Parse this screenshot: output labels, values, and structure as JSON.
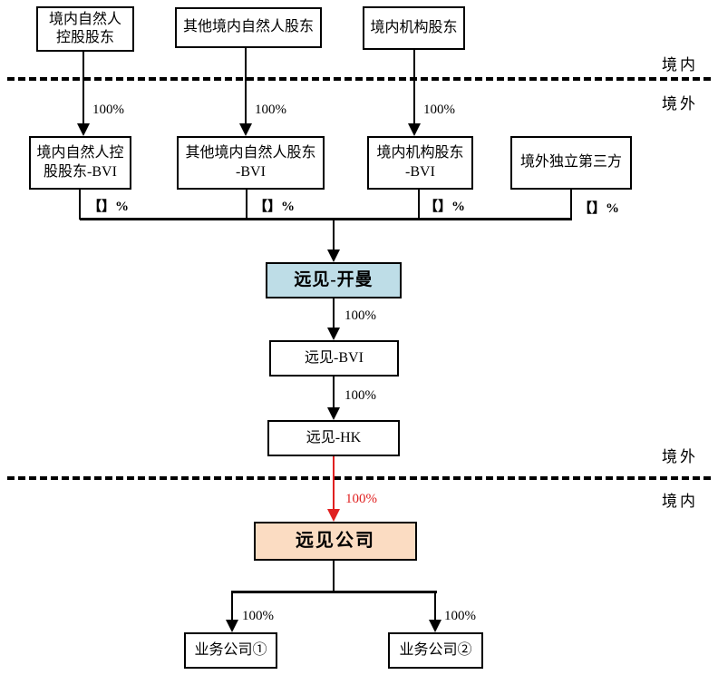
{
  "diagram": {
    "regions": {
      "divider_top": {
        "above_label": "境内",
        "below_label": "境外"
      },
      "divider_bottom": {
        "above_label": "境外",
        "below_label": "境内"
      }
    },
    "nodes": {
      "a1": {
        "line1": "境内自然人",
        "line2": "控股股东"
      },
      "a2": {
        "line1": "其他境内自然人股东"
      },
      "a3": {
        "line1": "境内机构股东"
      },
      "b1": {
        "line1": "境内自然人控",
        "line2": "股股东-BVI"
      },
      "b2": {
        "line1": "其他境内自然人股东",
        "line2": "-BVI"
      },
      "b3": {
        "line1": "境内机构股东",
        "line2": "-BVI"
      },
      "b4": {
        "line1": "境外独立第三方"
      },
      "cayman": {
        "line1": "远见-开曼"
      },
      "bvi": {
        "line1": "远见-BVI"
      },
      "hk": {
        "line1": "远见-HK"
      },
      "company": {
        "line1": "远见公司"
      },
      "biz1": {
        "line1": "业务公司①"
      },
      "biz2": {
        "line1": "业务公司②"
      }
    },
    "edge_labels": {
      "pct100": "100%",
      "bracket_pct": "【】%"
    },
    "colors": {
      "cayman_fill": "#bedde7",
      "company_fill": "#fbdcc2",
      "red_accent": "#e02020",
      "line_black": "#000000"
    }
  }
}
